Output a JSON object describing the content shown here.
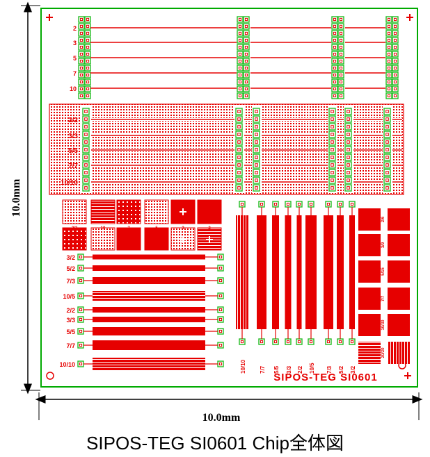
{
  "caption": "SIPOS-TEG SI0601 Chip全体図",
  "dimensions": {
    "width": "10.0mm",
    "height": "10.0mm"
  },
  "chip_label": "SIPOS-TEG SI0601",
  "colors": {
    "metal": "#e60000",
    "pad": "#22bb22",
    "border": "#00aa00",
    "dim": "#000000"
  },
  "section_a_labels": [
    "2",
    "3",
    "5",
    "7",
    "10"
  ],
  "section_b_labels": [
    "2/2",
    "3/3",
    "5/5",
    "7/7",
    "10/10"
  ],
  "square_labels": [
    "2/2",
    "10",
    "7",
    "5",
    "3",
    "2"
  ],
  "section_d_labels": [
    "3/2",
    "5/2",
    "7/3",
    "10/5",
    "2/2",
    "3/3",
    "5/5",
    "7/7",
    "10/10"
  ],
  "section_e_labels": [
    "10/10",
    "7/7",
    "5/5",
    "3/3",
    "2/2",
    "10/5",
    "7/3",
    "5/2",
    "3/2"
  ],
  "section_f_labels": [
    "2/6",
    "3/9",
    "5/15",
    "7/7",
    "10/30",
    "20/20"
  ]
}
